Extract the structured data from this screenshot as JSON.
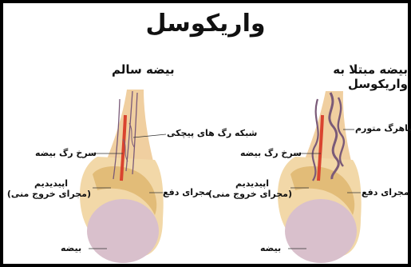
{
  "title": "واریکوسل",
  "healthy": {
    "heading": "بیضه سالم",
    "labels": {
      "pampiniform_plexus": "شبکه رگ های پیچکی",
      "testicular_artery": "سرخ رگ بیضه",
      "epididymis_line1": "اپیدیدیم",
      "epididymis_line2": "(مجرای خروج منی)",
      "vas_deferens": "مجرای دفع",
      "testis": "بیضه"
    }
  },
  "varicocele": {
    "heading": "بیضه مبتلا به واریکوسل",
    "labels": {
      "swollen_vein": "سیاهرگ متورم",
      "testicular_artery": "سرخ رگ بیضه",
      "epididymis_line1": "اپیدیدیم",
      "epididymis_line2": "(مجرای خروج منی)",
      "vas_deferens": "مجرای دفع",
      "testis": "بیضه"
    }
  },
  "colors": {
    "scrotum": "#f2d8a8",
    "epididymis": "#e2bc78",
    "testis": "#d9c0cc",
    "artery": "#d9432f",
    "vein": "#7a5a78",
    "cord": "#f0cfa0"
  }
}
